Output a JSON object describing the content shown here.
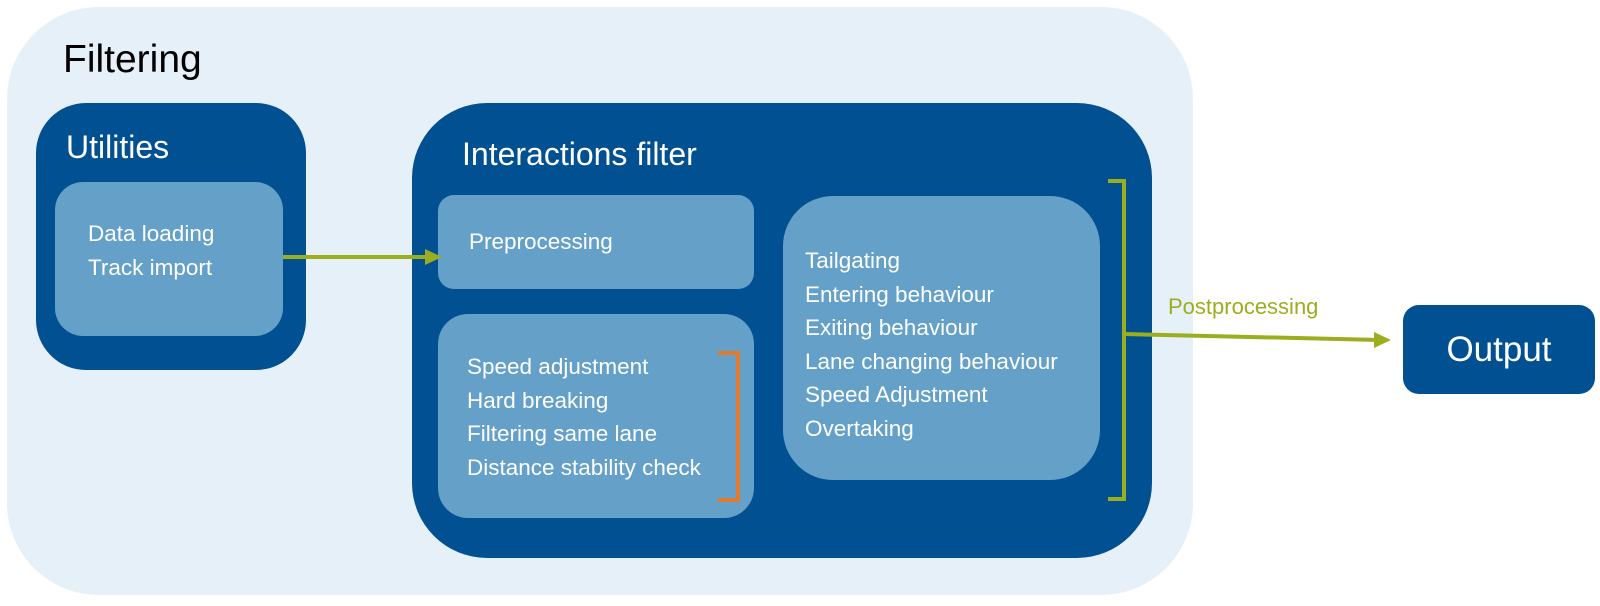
{
  "filtering": {
    "title": "Filtering"
  },
  "utilities": {
    "title": "Utilities",
    "items": [
      "Data loading",
      "Track import"
    ]
  },
  "interactions_filter": {
    "title": "Interactions filter",
    "preprocessing": "Preprocessing",
    "checks": [
      "Speed adjustment",
      "Hard breaking",
      "Filtering same lane",
      "Distance stability check"
    ],
    "behaviours": [
      "Tailgating",
      "Entering behaviour",
      "Exiting behaviour",
      "Lane changing behaviour",
      "Speed Adjustment",
      "Overtaking"
    ]
  },
  "postprocessing": {
    "label": "Postprocessing"
  },
  "output": {
    "label": "Output"
  },
  "colors": {
    "outer_background": "#e6f0f8",
    "dark_blue": "#015192",
    "light_blue": "#64a0c8",
    "arrow_green": "#9bae1e",
    "bracket_orange": "#e07a2e"
  }
}
